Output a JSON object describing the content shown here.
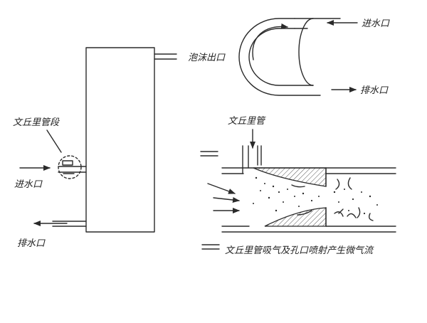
{
  "labels": {
    "venturi_section": "文丘里管段",
    "water_in_left": "进水口",
    "drain_left": "排水口",
    "foam_outlet": "泡沫出口",
    "water_in_right": "进水口",
    "drain_right": "排水口",
    "venturi_tube": "文丘里管",
    "caption": "文丘里管吸气及孔口喷射产生微气流"
  }
}
